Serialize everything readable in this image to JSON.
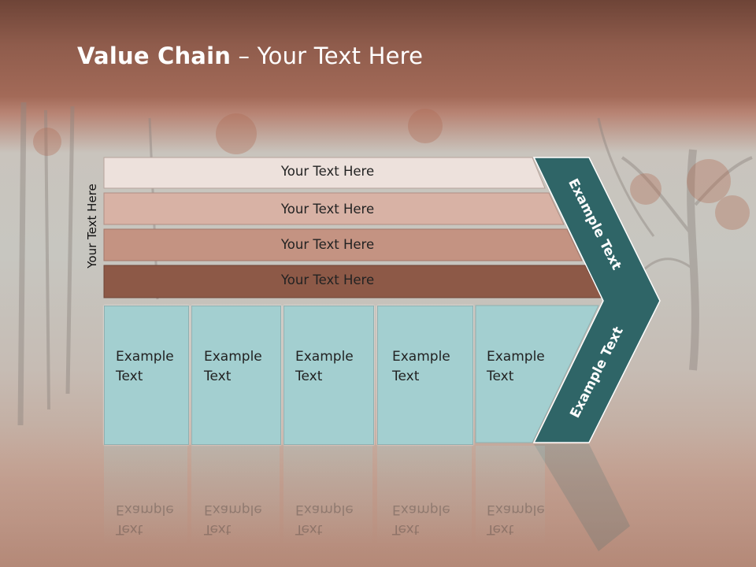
{
  "slide": {
    "title_bold": "Value Chain",
    "title_rest": " – Your Text Here",
    "vertical_label": "Your Text Here"
  },
  "bands": [
    {
      "label": "Your Text Here",
      "color": "#ede1dc"
    },
    {
      "label": "Your Text Here",
      "color": "#d8b2a5"
    },
    {
      "label": "Your Text Here",
      "color": "#c49382"
    },
    {
      "label": "Your Text Here",
      "color": "#8d5947"
    }
  ],
  "boxes": [
    {
      "line1": "Example",
      "line2": "Text"
    },
    {
      "line1": "Example",
      "line2": "Text"
    },
    {
      "line1": "Example",
      "line2": "Text"
    },
    {
      "line1": "Example",
      "line2": "Text"
    },
    {
      "line1": "Example",
      "line2": "Text"
    }
  ],
  "chevron": {
    "upper_label": "Example Text",
    "lower_label": "Example Text",
    "color": "#2f6567"
  },
  "colors": {
    "box_fill": "#a3cfd0",
    "title_bar": "#8f5c4c"
  }
}
